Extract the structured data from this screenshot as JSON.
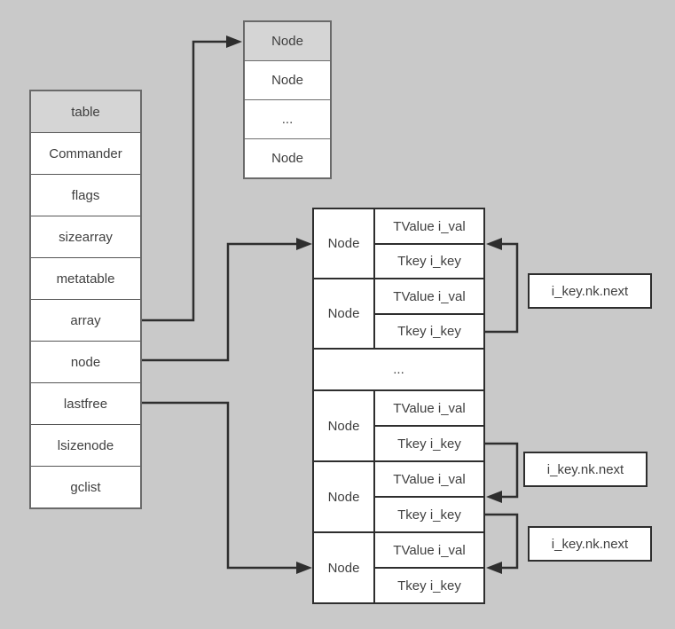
{
  "colors": {
    "background": "#c9c9c9",
    "cell_fill": "#ffffff",
    "header_fill": "#d5d5d5",
    "soft_border": "#6a6a6a",
    "dark_line": "#2e2e2e",
    "text": "#3f3f3f"
  },
  "struct_table": {
    "header": "table",
    "rows": [
      "Commander",
      "flags",
      "sizearray",
      "metatable",
      "array",
      "node",
      "lastfree",
      "lsizenode",
      "gclist"
    ]
  },
  "node_array": {
    "header": "Node",
    "rows": [
      "Node",
      "...",
      "Node"
    ]
  },
  "hash_table": {
    "ellipsis": "...",
    "groups": [
      {
        "node": "Node",
        "val": "TValue i_val",
        "key": "Tkey i_key"
      },
      {
        "node": "Node",
        "val": "TValue i_val",
        "key": "Tkey i_key"
      },
      {
        "node": "Node",
        "val": "TValue i_val",
        "key": "Tkey i_key"
      },
      {
        "node": "Node",
        "val": "TValue i_val",
        "key": "Tkey i_key"
      },
      {
        "node": "Node",
        "val": "TValue i_val",
        "key": "Tkey i_key"
      }
    ]
  },
  "next_labels": {
    "box1": "i_key.nk.next",
    "box2": "i_key.nk.next",
    "box3": "i_key.nk.next"
  }
}
